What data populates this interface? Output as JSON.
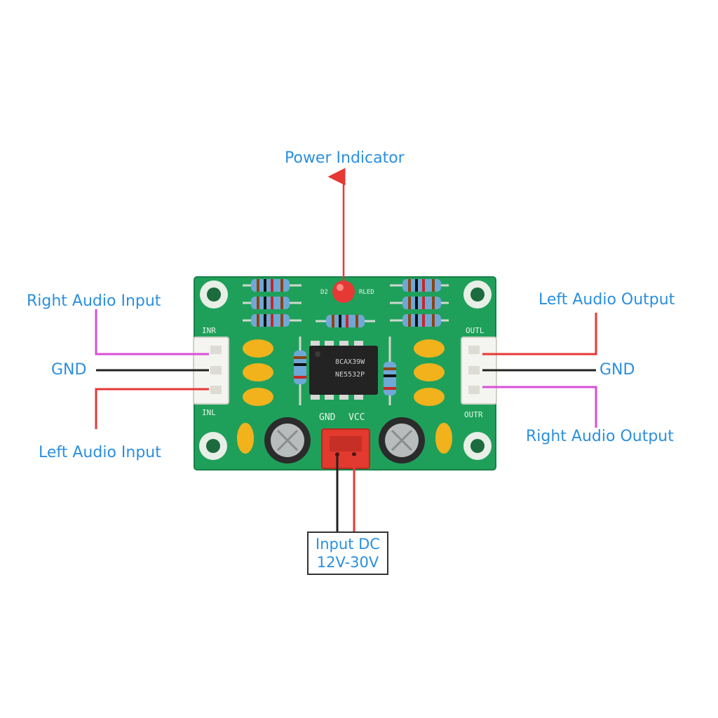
{
  "colors": {
    "label_text": "#2b8fe0",
    "pcb_green": "#1fa05a",
    "wire_red": "#e53935",
    "wire_black": "#222222",
    "wire_magenta": "#d94fd9",
    "capacitor_yellow": "#f2b21c",
    "connector_red": "#e23a2e"
  },
  "callouts": {
    "power_indicator": "Power Indicator",
    "right_audio_input": "Right Audio Input",
    "gnd_left": "GND",
    "left_audio_input": "Left Audio Input",
    "left_audio_output": "Left Audio Output",
    "gnd_right": "GND",
    "right_audio_output": "Right Audio Output",
    "input_dc_line1": "Input DC",
    "input_dc_line2": "12V-30V"
  },
  "pcb": {
    "silkscreen_inr": "INR",
    "silkscreen_inl": "INL",
    "silkscreen_outl": "OUTL",
    "silkscreen_outr": "OUTR",
    "silkscreen_gnd": "GND",
    "silkscreen_vcc": "VCC",
    "silkscreen_d2": "D2",
    "silkscreen_led": "RLED",
    "chip_line1": "8CAX39W",
    "chip_line2": "NE5532P"
  }
}
